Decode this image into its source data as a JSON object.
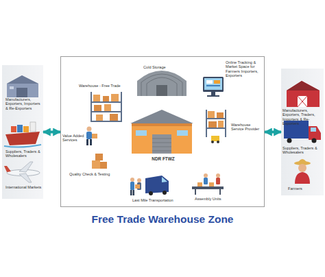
{
  "diagram": {
    "title": "Free Trade Warehouse Zone",
    "nodes": [
      {
        "text": [
          "Manufacturers, Exporters, Importers & Re-Exporters",
          "Suppliers, Traders & Wholesalers",
          "International Markets"
        ]
      },
      {
        "text": [
          "Cold Storage",
          "Online Tracking & Market Space for Farmers Importers, Exporters",
          "Warehouse - Free Trade",
          "Warehouse Service Provider",
          "Value Added Services",
          "NDR FTWZ",
          "Quality Check & Testing",
          "Assembly Units",
          "Last Mile Transportation"
        ]
      },
      {
        "text": [
          "Manufacturers, Exporters, Traders, Importers & Re-Exporters",
          "Suppliers, Traders & Wholesalers",
          "Farmers"
        ]
      }
    ],
    "edges": [
      {
        "from": 0,
        "to": 1,
        "arrow": "both"
      },
      {
        "from": 1,
        "to": 2,
        "arrow": "both"
      }
    ]
  }
}
